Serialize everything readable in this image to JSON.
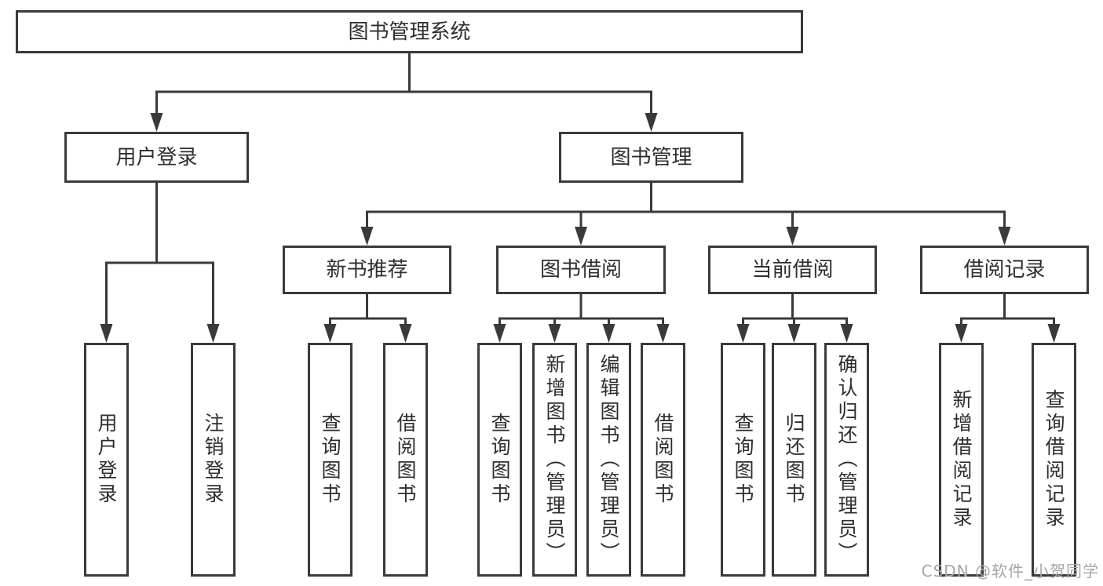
{
  "tree": {
    "label": "图书管理系统",
    "children": [
      {
        "label": "用户登录",
        "children": [
          {
            "label": "用户登录"
          },
          {
            "label": "注销登录"
          }
        ]
      },
      {
        "label": "图书管理",
        "children": [
          {
            "label": "新书推荐",
            "children": [
              {
                "label": "查询图书"
              },
              {
                "label": "借阅图书"
              }
            ]
          },
          {
            "label": "图书借阅",
            "children": [
              {
                "label": "查询图书"
              },
              {
                "label": "新增图书（管理员）"
              },
              {
                "label": "编辑图书（管理员）"
              },
              {
                "label": "借阅图书"
              }
            ]
          },
          {
            "label": "当前借阅",
            "children": [
              {
                "label": "查询图书"
              },
              {
                "label": "归还图书"
              },
              {
                "label": "确认归还（管理员）"
              }
            ]
          },
          {
            "label": "借阅记录",
            "children": [
              {
                "label": "新增借阅记录"
              },
              {
                "label": "查询借阅记录"
              }
            ]
          }
        ]
      }
    ]
  },
  "watermark": {
    "text": "CSDN @软件_小贺同学"
  },
  "colors": {
    "line": "#3a3a3a",
    "border": "#3a3a3a",
    "text": "#2e2e2e",
    "watermark": "#a6a6a6",
    "background": "#ffffff"
  }
}
